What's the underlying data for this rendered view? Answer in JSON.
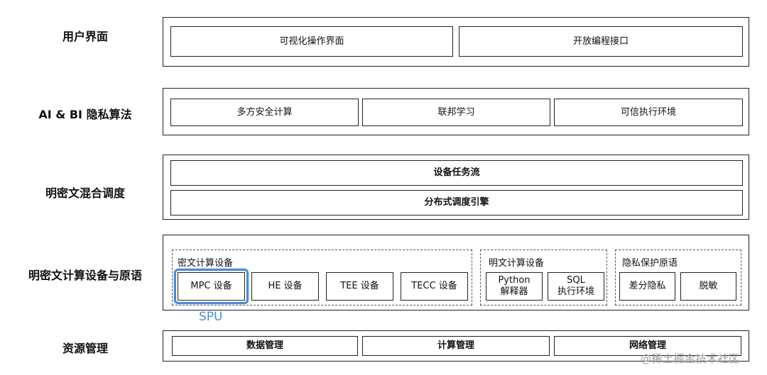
{
  "layers": {
    "ui": {
      "label": "用户界面",
      "boxes": [
        "可视化操作界面",
        "开放编程接口"
      ]
    },
    "algo": {
      "label": "AI & BI 隐私算法",
      "boxes": [
        "多方安全计算",
        "联邦学习",
        "可信执行环境"
      ]
    },
    "sched": {
      "label": "明密文混合调度",
      "boxes": [
        "设备任务流",
        "分布式调度引擎"
      ]
    },
    "device": {
      "label": "明密文计算设备与原语",
      "cipher_group": {
        "title": "密文计算设备",
        "boxes": [
          "MPC 设备",
          "HE 设备",
          "TEE 设备",
          "TECC 设备"
        ]
      },
      "plain_group": {
        "title": "明文计算设备",
        "boxes": [
          {
            "line1": "Python",
            "line2": "解释器"
          },
          {
            "line1": "SQL",
            "line2": "执行环境"
          }
        ]
      },
      "privacy_group": {
        "title": "隐私保护原语",
        "boxes": [
          "差分隐私",
          "脱敏"
        ]
      },
      "spu_label": "SPU"
    },
    "resource": {
      "label": "资源管理",
      "boxes": [
        "数据管理",
        "计算管理",
        "网络管理"
      ]
    }
  },
  "watermark": "@稀土掘金技术社区",
  "colors": {
    "border": "#222222",
    "highlight": "#4a8bd6",
    "watermark": "#9a9a9a"
  }
}
